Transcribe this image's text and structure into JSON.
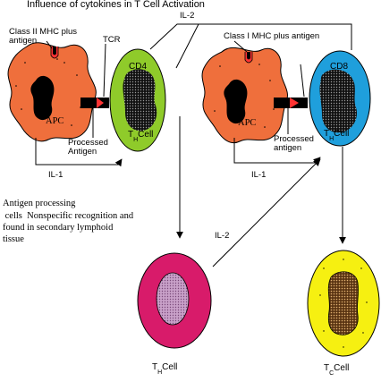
{
  "title": "Influence of cytokines in T Cell Activation",
  "labels": {
    "il2_top": "IL-2",
    "il2_mid": "IL-2",
    "class2": [
      "Class II MHC plus",
      "antigen"
    ],
    "tcr": "TCR",
    "class1": "Class I MHC plus antigen",
    "apc": "APC",
    "cd4": "CD4",
    "cd8": "CD8",
    "processed_left": [
      "Processed",
      "Antigen"
    ],
    "processed_right": [
      "Processed",
      "antigen"
    ],
    "il1": "IL-1",
    "cell_letter": "T",
    "sub_h": "H",
    "sub_c": "C",
    "cell_word": "Cell",
    "note": [
      "Antigen processing",
      " cells  Nonspecific recognition and",
      "found in secondary lymphoid",
      "tissue"
    ]
  },
  "colors": {
    "apc": "#ef6f3c",
    "helper": "#8fcb2a",
    "cytotoxic": "#1f9fdc",
    "th_effector": "#d81b6a",
    "tc_effector": "#f6f011",
    "receptor": "#ff3333",
    "nucleus": "#000000"
  }
}
